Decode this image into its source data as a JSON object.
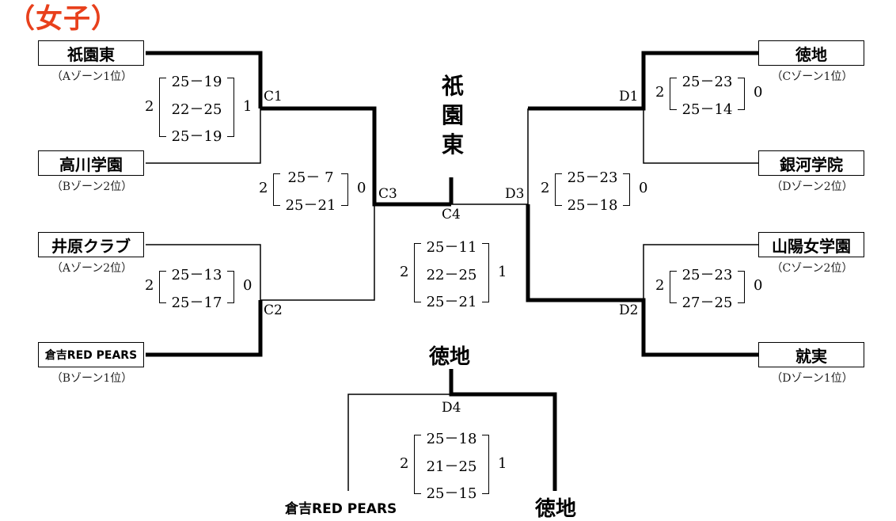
{
  "title": "（女子）",
  "left_teams": [
    {
      "name": "祇園東",
      "zone": "（Aゾーン1位）"
    },
    {
      "name": "高川学園",
      "zone": "（Bゾーン2位）"
    },
    {
      "name": "井原クラブ",
      "zone": "（Aゾーン2位）"
    },
    {
      "name": "倉吉RED PEARS",
      "zone": "（Bゾーン1位）"
    }
  ],
  "right_teams": [
    {
      "name": "徳地",
      "zone": "（Cゾーン1位）"
    },
    {
      "name": "銀河学院",
      "zone": "（Dゾーン2位）"
    },
    {
      "name": "山陽女学園",
      "zone": "（Cゾーン2位）"
    },
    {
      "name": "就実",
      "zone": "（Dゾーン1位）"
    }
  ],
  "matches": {
    "C1": {
      "label": "C1",
      "left": "2",
      "right": "1",
      "sets": [
        "25－19",
        "22－25",
        "25－19"
      ]
    },
    "C2": {
      "label": "C2",
      "left": "2",
      "right": "0",
      "sets": [
        "25－13",
        "25－17"
      ]
    },
    "C3": {
      "label": "C3",
      "left": "2",
      "right": "0",
      "sets": [
        "25－ 7",
        "25－21"
      ]
    },
    "C4": {
      "label": "C4",
      "left": "2",
      "right": "1",
      "sets": [
        "25－11",
        "22－25",
        "25－21"
      ]
    },
    "D1": {
      "label": "D1",
      "left": "2",
      "right": "0",
      "sets": [
        "25－23",
        "25－14"
      ]
    },
    "D2": {
      "label": "D2",
      "left": "2",
      "right": "0",
      "sets": [
        "25－23",
        "27－25"
      ]
    },
    "D3": {
      "label": "D3",
      "left": "2",
      "right": "0",
      "sets": [
        "25－23",
        "25－18"
      ]
    },
    "D4": {
      "label": "D4",
      "left": "2",
      "right": "1",
      "sets": [
        "25－18",
        "21－25",
        "25－15"
      ]
    }
  },
  "champion": "祇園東",
  "third_place_winner_top": "徳地",
  "third_place_left": "倉吉RED PEARS",
  "third_place_right": "徳地"
}
